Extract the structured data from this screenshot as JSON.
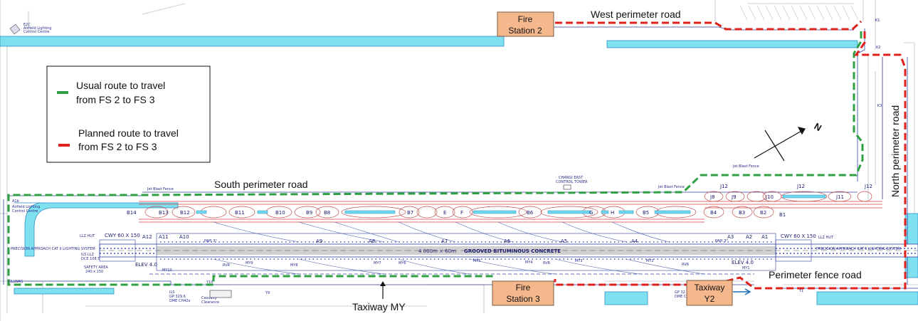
{
  "legend": {
    "items": [
      {
        "line1": "Usual route to travel",
        "line2": "from FS 2 to FS 3",
        "color": "#2ea043"
      },
      {
        "line1": "Planned route to travel",
        "line2": "from FS 2 to FS 3",
        "color": "#e0201b"
      }
    ]
  },
  "stations": {
    "fs2": {
      "line1": "Fire",
      "line2": "Station 2"
    },
    "fs3": {
      "line1": "Fire",
      "line2": "Station 3"
    },
    "y2": {
      "line1": "Taxiway",
      "line2": "Y2"
    }
  },
  "roads": {
    "west": "West perimeter road",
    "south": "South perimeter road",
    "north": "North perimeter road",
    "fence": "Perimeter fence road",
    "taxiway_my": "Taxiway MY"
  },
  "north_arrow": "N",
  "runway": {
    "surface": "GROOVED BITUMINOUS CONCRETE",
    "dimension": "4 000m × 60m"
  },
  "fine_print": {
    "top_left": [
      "E2C",
      "Airfield Lighting",
      "Control Centre"
    ],
    "left_lighting": [
      "A1b",
      "Airfield Lighting",
      "Control Centre"
    ],
    "tower": [
      "CHANGI EAST",
      "CONTROL TOWER"
    ],
    "cwy_left": "CWY 60 X 150",
    "cwy_right": "CWY 60 X 150",
    "llz_left": "LLZ HUT",
    "llz_right": "LLZ HUT",
    "jet_blast_1": "Jet Blast Fence",
    "jet_blast_2": "Jet Blast Fence",
    "jet_blast_3": "Jet Blast Fence",
    "approach_left": "PRECISION APPROACH CAT II LIGHTING SYSTEM",
    "approach_right": "PRECISION APPROACH CAT II LIGHTING SYSTEM",
    "ils_left": [
      "ILS LLZ",
      "DCE 108.5"
    ],
    "ils_bottom": [
      "ILS",
      "GP 329.6",
      "DME CH42x"
    ],
    "ils_right": [
      "GP 32",
      "DME C"
    ],
    "elev_left": "ELEV 4.0",
    "elev_right": "ELEV 4.0",
    "glowas": "GLLWAS",
    "casualty": [
      "Casualty",
      "Clearance"
    ],
    "safety_left": [
      "SAFETY AREA",
      "240 x 150"
    ],
    "taxiways_north": [
      "B13",
      "B12",
      "B11",
      "B10",
      "B9",
      "B8",
      "B7",
      "E",
      "F",
      "B6",
      "G",
      "H",
      "B5",
      "B4",
      "B3",
      "B2",
      "B1",
      "B14"
    ],
    "taxiways_south": [
      "A12",
      "A11",
      "A10",
      "A9",
      "A8",
      "A7",
      "A6",
      "A5",
      "A4",
      "A3",
      "A2",
      "A1"
    ],
    "taxiways_my": [
      "MY10",
      "MY9",
      "MY8",
      "MY7",
      "MY6",
      "MY5",
      "MY4",
      "MY3",
      "MY2",
      "MY1"
    ],
    "taxiways_j": [
      "J8",
      "J9",
      "J10",
      "J11",
      "J12",
      "J12",
      "J12"
    ],
    "taxiways_k": [
      "K1",
      "K2",
      "K3"
    ],
    "rvr": [
      "RVR",
      "RVR",
      "RVR"
    ],
    "papi": [
      "PAPI 3°",
      "PAPI 3°"
    ],
    "y_labels": [
      "Y1",
      "Y9",
      "Y10"
    ]
  }
}
